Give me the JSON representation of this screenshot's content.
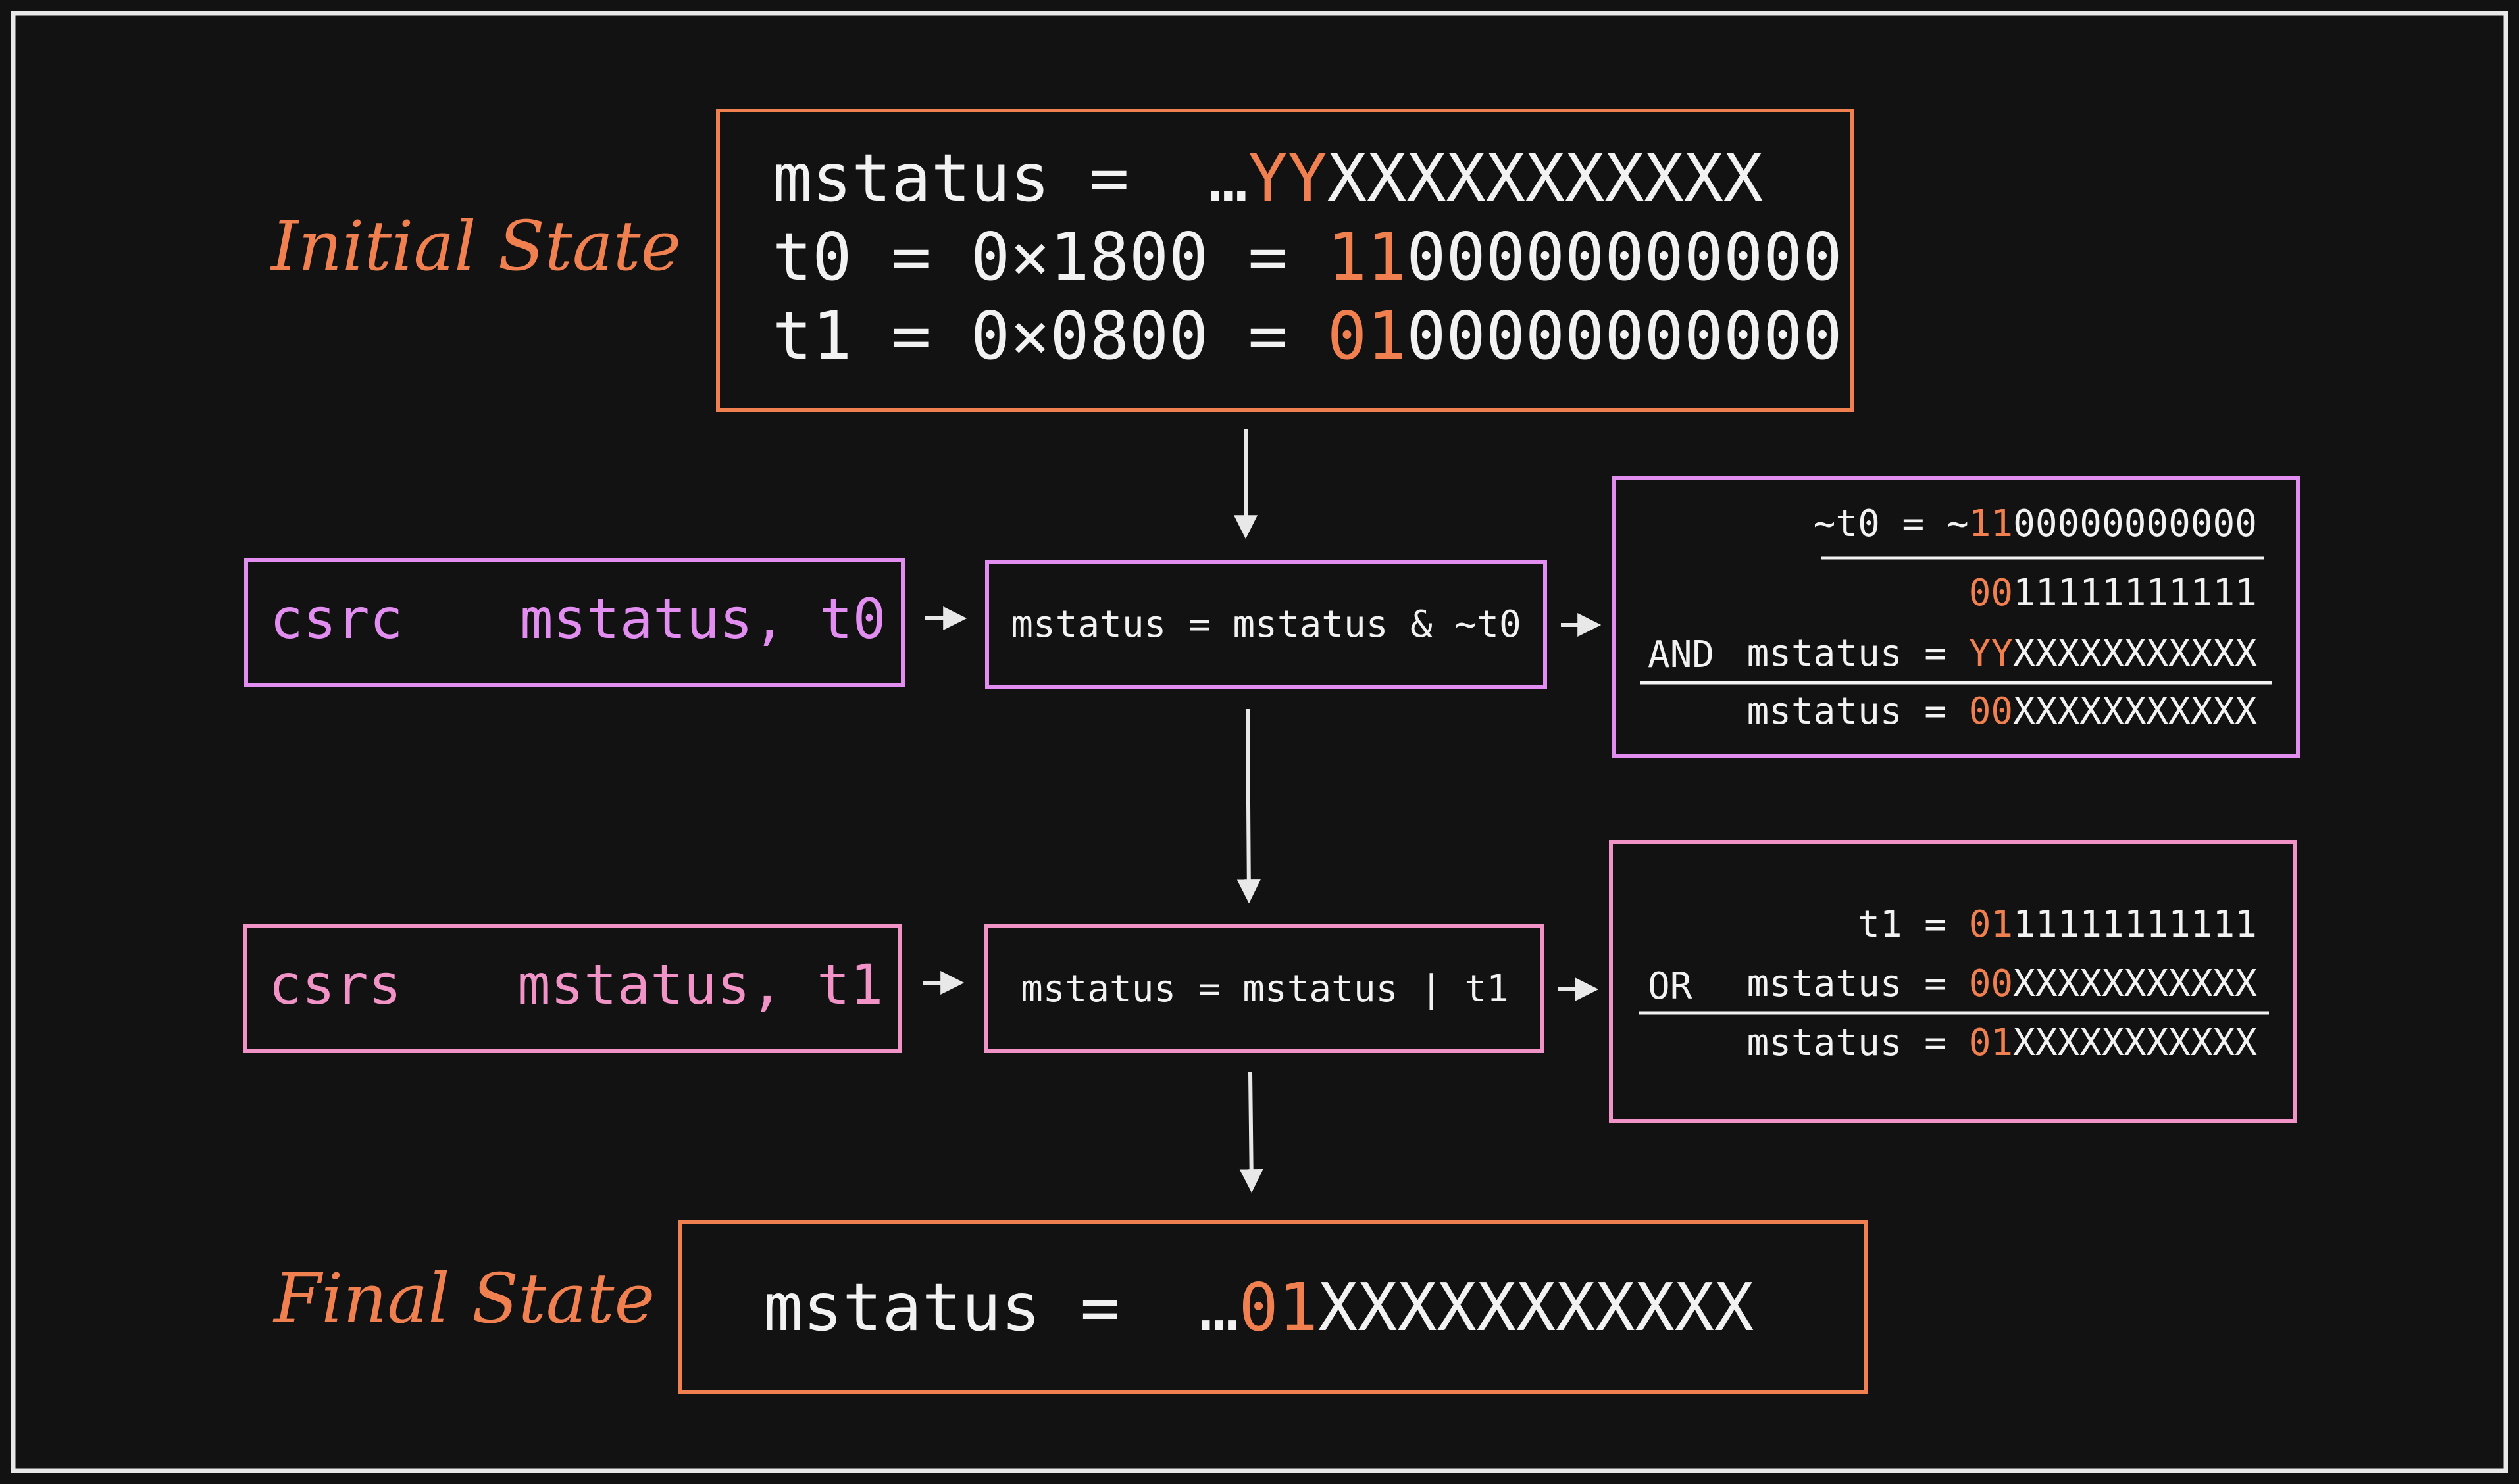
{
  "colors": {
    "background": "#121212",
    "frame": "#e8e8e8",
    "text": "#f2f2f2",
    "orange": "#f0804f",
    "purple": "#e28ef0",
    "pink": "#f193c6",
    "arrow": "#e8e8e8"
  },
  "initial_state": {
    "label": "Initial State",
    "line1": {
      "prefix": "mstatus =  ",
      "dots": "…",
      "hi": "YY",
      "rest": "XXXXXXXXXXX"
    },
    "line2": {
      "prefix": "t0 = 0×1800 = ",
      "hi": "11",
      "rest": "00000000000"
    },
    "line3": {
      "prefix": "t1 = 0×0800 = ",
      "hi": "01",
      "rest": "00000000000"
    }
  },
  "csrc": {
    "mnemonic": "csrc",
    "operands": "mstatus, t0",
    "operation": "mstatus = mstatus & ~t0",
    "calc": {
      "not_line": {
        "prefix": "~t0 = ~",
        "hi": "11",
        "rest": "00000000000"
      },
      "inverted": {
        "hi": "00",
        "rest": "11111111111"
      },
      "op": "AND",
      "operand": {
        "prefix": "mstatus = ",
        "hi": "YY",
        "rest": "XXXXXXXXXXX"
      },
      "result": {
        "prefix": "mstatus = ",
        "hi": "00",
        "rest": "XXXXXXXXXXX"
      }
    }
  },
  "csrs": {
    "mnemonic": "csrs",
    "operands": "mstatus, t1",
    "operation": "mstatus = mstatus | t1",
    "calc": {
      "value": {
        "prefix": "t1 = ",
        "hi": "01",
        "rest": "11111111111"
      },
      "op": "OR",
      "operand": {
        "prefix": "mstatus = ",
        "hi": "00",
        "rest": "XXXXXXXXXXX"
      },
      "result": {
        "prefix": "mstatus = ",
        "hi": "01",
        "rest": "XXXXXXXXXXX"
      }
    }
  },
  "final_state": {
    "label": "Final State",
    "line": {
      "prefix": "mstatus =  ",
      "dots": "…",
      "hi": "01",
      "rest": "XXXXXXXXXXX"
    }
  }
}
